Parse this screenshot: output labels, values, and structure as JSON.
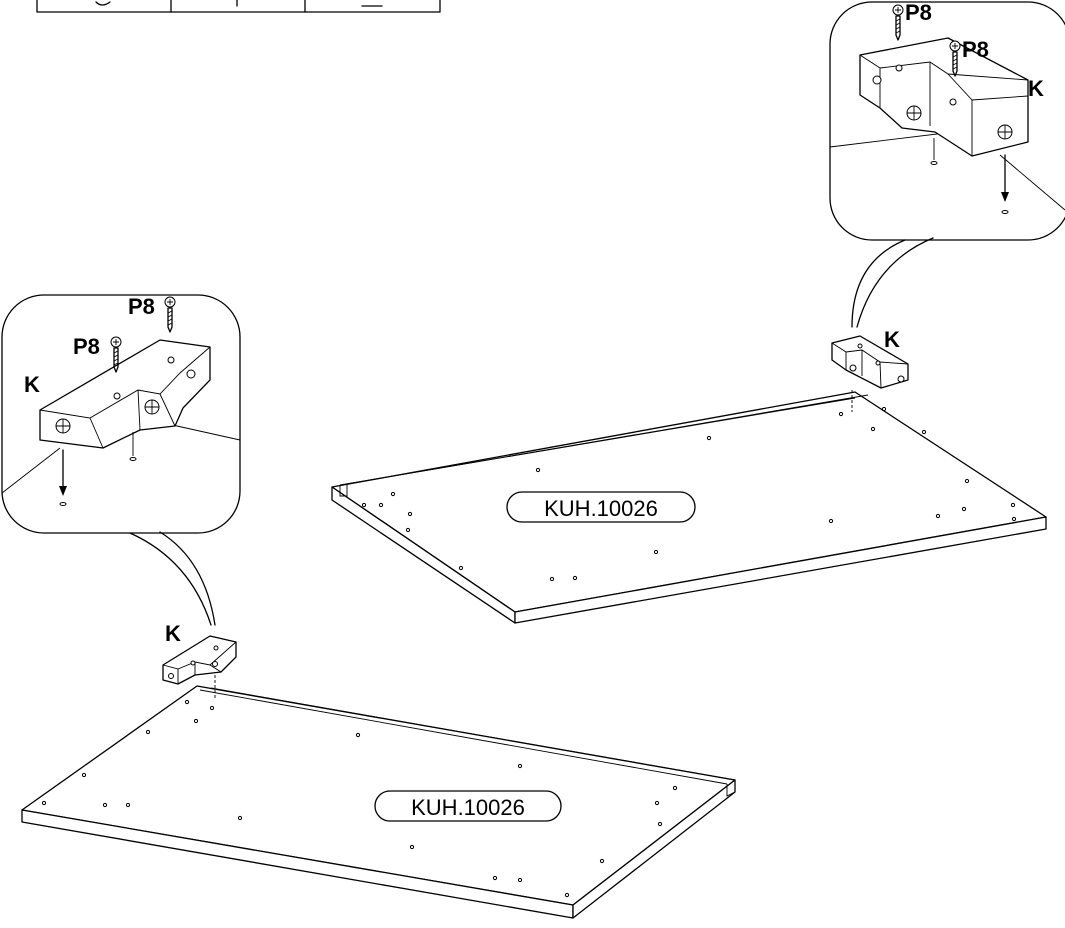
{
  "table": {
    "cells": [
      "",
      "",
      ""
    ]
  },
  "labels": {
    "screw": "P8",
    "bracket": "K",
    "panel_code": "KUH.10026"
  }
}
